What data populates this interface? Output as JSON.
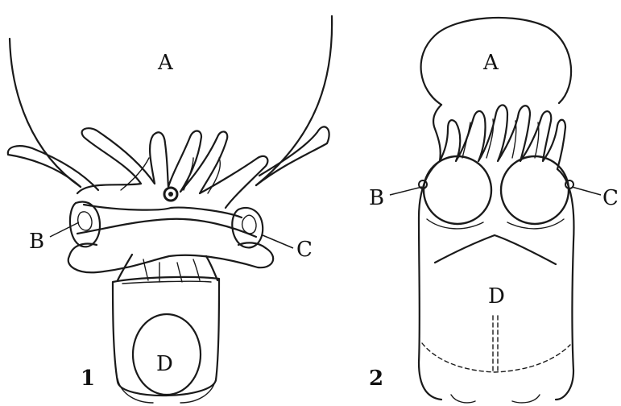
{
  "figure1": {
    "number": "1",
    "label_a": "A",
    "label_b": "B",
    "label_c": "C",
    "label_d": "D"
  },
  "figure2": {
    "number": "2",
    "label_a": "A",
    "label_b": "B",
    "label_c": "C",
    "label_d": "D"
  }
}
